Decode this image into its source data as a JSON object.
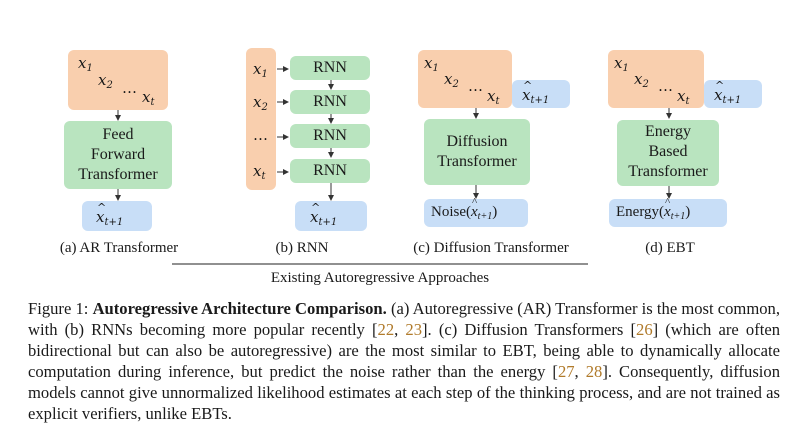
{
  "panels": {
    "a": {
      "inputs": [
        "x1",
        "x2",
        "…",
        "xt"
      ],
      "model": [
        "Feed",
        "Forward",
        "Transformer"
      ],
      "output": "x̂t+1",
      "caption": "(a) AR Transformer"
    },
    "b": {
      "inputs": [
        "x1",
        "x2",
        "…",
        "xt"
      ],
      "cells": [
        "RNN",
        "RNN",
        "RNN",
        "RNN"
      ],
      "output": "x̂t+1",
      "caption": "(b) RNN"
    },
    "c": {
      "inputs": [
        "x1",
        "x2",
        "…",
        "xt"
      ],
      "target": "x̂t+1",
      "model": [
        "Diffusion",
        "Transformer"
      ],
      "output_prefix": "Noise(",
      "output_suffix": ")",
      "caption": "(c) Diffusion Transformer"
    },
    "d": {
      "inputs": [
        "x1",
        "x2",
        "…",
        "xt"
      ],
      "target": "x̂t+1",
      "model": [
        "Energy",
        "Based",
        "Transformer"
      ],
      "output_prefix": "Energy(",
      "output_suffix": ")",
      "caption": "(d) EBT"
    }
  },
  "group_label": "Existing Autoregressive Approaches",
  "figure_caption": {
    "figure_label": "Figure 1:",
    "title": "Autoregressive Architecture Comparison.",
    "part1": "(a) Autoregressive (AR) Transformer is the most common, with (b) RNNs becoming more popular recently [",
    "cite1": "22",
    "sep1": ", ",
    "cite2": "23",
    "part2": "]. (c) Diffusion Transformers [",
    "cite3": "26",
    "part3": "] (which are often bidirectional but can also be autoregressive) are the most similar to EBT, being able to dynamically allocate computation during inference, but predict the noise rather than the energy [",
    "cite4": "27",
    "sep2": ", ",
    "cite5": "28",
    "part4": "]. Consequently, diffusion models cannot give unnormalized likelihood estimates at each step of the thinking process, and are not trained as explicit verifiers, unlike EBTs."
  }
}
